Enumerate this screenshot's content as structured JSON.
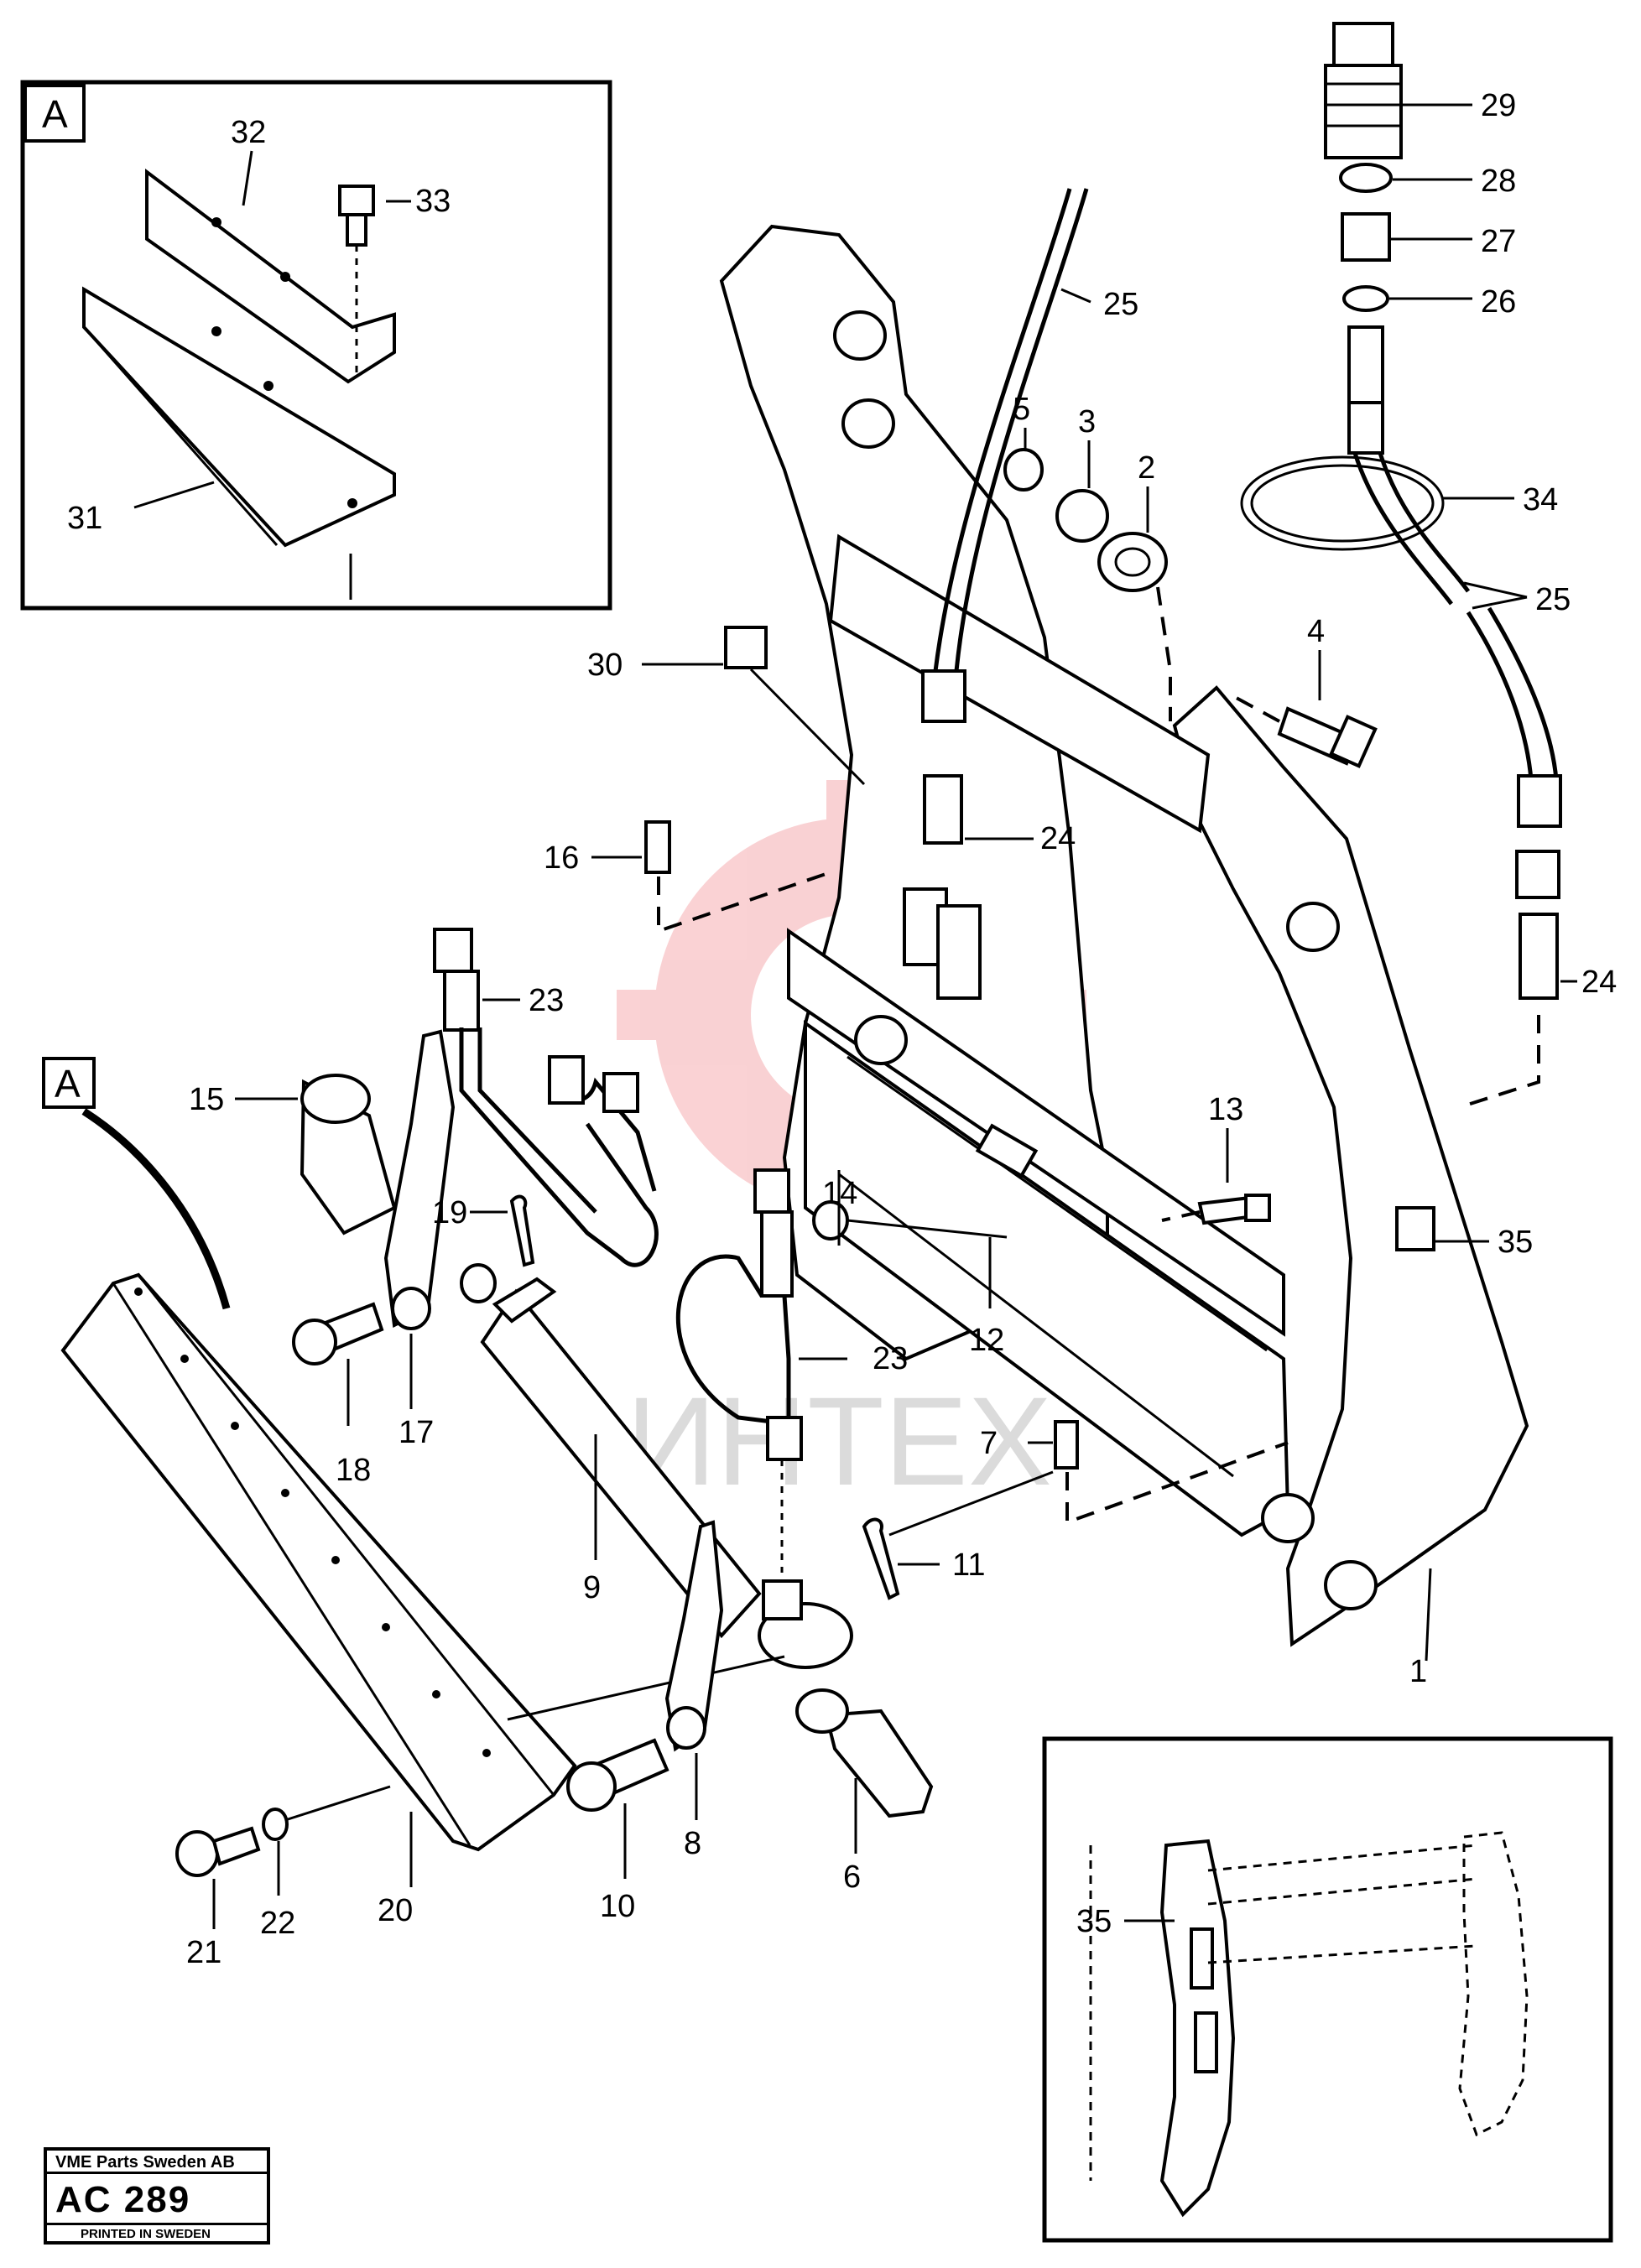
{
  "inset_a": {
    "letter": "A",
    "callouts": [
      "32",
      "33",
      "31"
    ]
  },
  "detail_a_marker": {
    "letter": "A"
  },
  "callouts": {
    "c1": "1",
    "c2": "2",
    "c3": "3",
    "c4": "4",
    "c5": "5",
    "c6": "6",
    "c7": "7",
    "c8": "8",
    "c9": "9",
    "c10": "10",
    "c11": "11",
    "c12": "12",
    "c13": "13",
    "c14": "14",
    "c15": "15",
    "c16": "16",
    "c17": "17",
    "c18": "18",
    "c19": "19",
    "c20": "20",
    "c21": "21",
    "c22": "22",
    "c23a": "23",
    "c23b": "23",
    "c24a": "24",
    "c24b": "24",
    "c25a": "25",
    "c25b": "25",
    "c26": "26",
    "c27": "27",
    "c28": "28",
    "c29": "29",
    "c30": "30",
    "c34": "34",
    "c35a": "35",
    "c35b": "35"
  },
  "watermark": {
    "text": "ИНТЕХ",
    "color": "#e8323c"
  },
  "title_block": {
    "company": "VME Parts Sweden AB",
    "code": "AC 289",
    "printed": "PRINTED IN SWEDEN"
  },
  "colors": {
    "line": "#000000",
    "background": "#ffffff",
    "watermark": "#e8323c"
  }
}
